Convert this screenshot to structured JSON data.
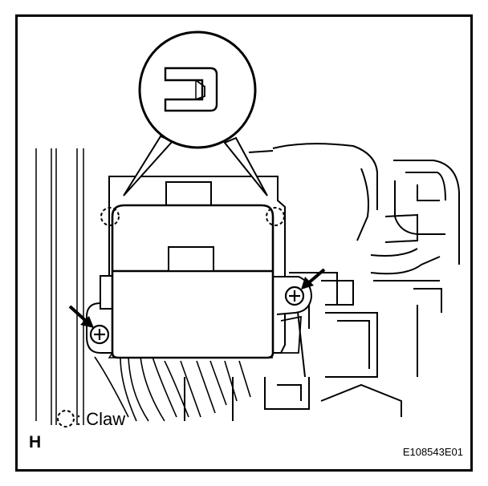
{
  "legend": {
    "symbol_name": "claw-symbol",
    "text": ": Claw"
  },
  "section_letter": "H",
  "figure_code": "E108543E01",
  "icons": [
    "screw-icon",
    "arrow-icon",
    "claw-symbol",
    "magnifier-callout"
  ],
  "colors": {
    "line": "#000000",
    "background": "#ffffff"
  }
}
